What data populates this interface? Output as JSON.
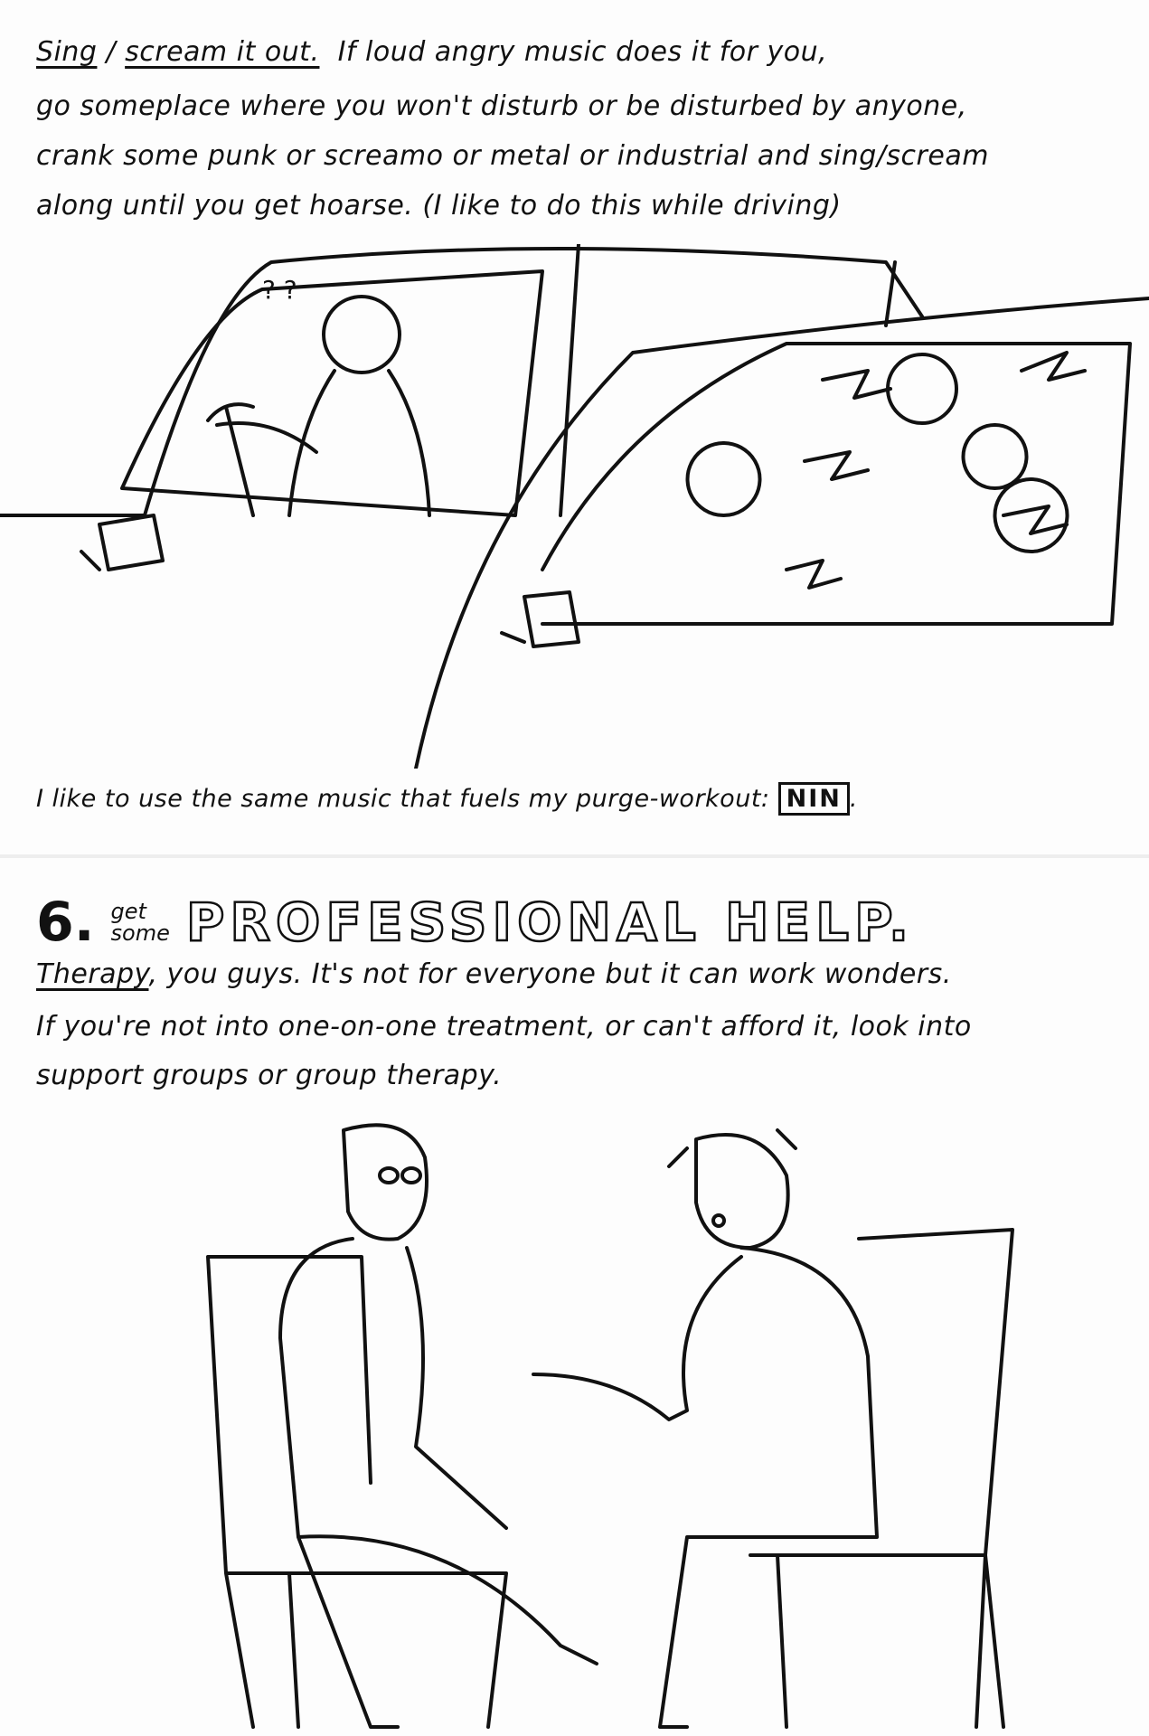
{
  "section5": {
    "title_sing": "Sing",
    "title_sep": " / ",
    "title_scream": "scream it out.",
    "line1_rest": "If loud angry music does it for you,",
    "line2": "go someplace where you won't disturb or be disturbed by anyone,",
    "line3": "crank some punk or screamo or metal or industrial and sing/scream",
    "line4": "along until you get hoarse. (I like to do this while driving)",
    "illustration_marks": "? ?",
    "music_note_prefix": "I like to use the same music that fuels my purge-workout:",
    "band_logo": "NIN",
    "music_note_suffix": "."
  },
  "section6": {
    "number": "6.",
    "get": "get",
    "some": "some",
    "title": "PROFESSIONAL HELP.",
    "therapy": "Therapy",
    "line1_rest": ", you guys. It's not for everyone but it can work wonders.",
    "line2": "If you're not into one-on-one treatment, or can't afford it, look into",
    "line3": "support groups or group therapy."
  }
}
